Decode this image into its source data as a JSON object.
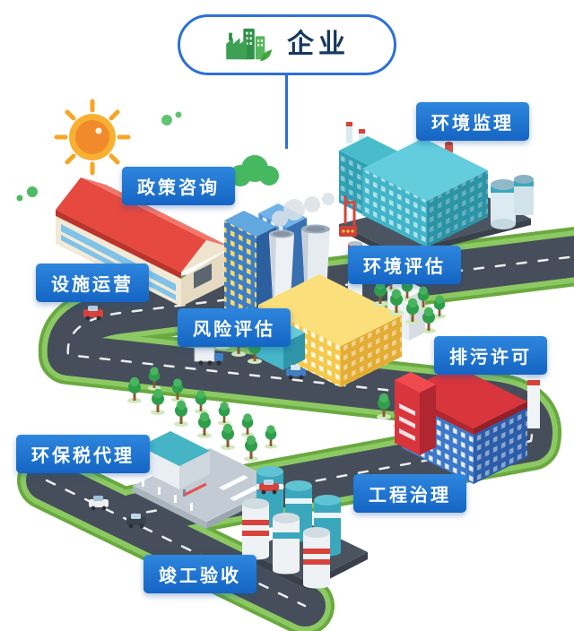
{
  "header": {
    "pill_label": "企业",
    "pill_icon": "green-factory-leaf-icon"
  },
  "badges": [
    {
      "label": "环境监理"
    },
    {
      "label": "政策咨询"
    },
    {
      "label": "环境评估"
    },
    {
      "label": "设施运营"
    },
    {
      "label": "风险评估"
    },
    {
      "label": "排污许可"
    },
    {
      "label": "环保税代理"
    },
    {
      "label": "工程治理"
    },
    {
      "label": "竣工验收"
    }
  ],
  "scene_elements": [
    "sun-icon",
    "green-cloud-icon",
    "winding-road",
    "teal-factory-building",
    "red-roof-warehouse",
    "blue-office-towers",
    "central-factory-with-chimneys",
    "red-blue-building",
    "parking-garage",
    "storage-tanks",
    "trees",
    "cars-and-trucks"
  ],
  "colors": {
    "accent": "#2d6fd8",
    "badge-top": "#2e86dd",
    "badge-bottom": "#1565c4",
    "badge-text": "#ffffff",
    "pill-text": "#16395f"
  }
}
